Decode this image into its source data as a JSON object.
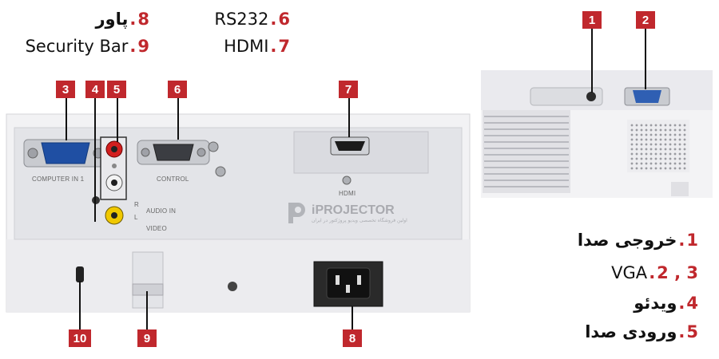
{
  "legend_top": [
    {
      "num": "8",
      "sep": ".",
      "text": "پاور"
    },
    {
      "num": "9",
      "sep": ".",
      "text": "Security Bar"
    },
    {
      "num": "6",
      "sep": ".",
      "text": "RS232"
    },
    {
      "num": "7",
      "sep": ".",
      "text": "HDMI"
    }
  ],
  "legend_right": [
    {
      "num": "1",
      "sep": ".",
      "text": "خروجی صدا"
    },
    {
      "num": "2 , 3",
      "sep": ".",
      "text": "VGA"
    },
    {
      "num": "4",
      "sep": ".",
      "text": "ویدئو"
    },
    {
      "num": "5",
      "sep": ".",
      "text": "ورودی صدا"
    }
  ],
  "badges": [
    "1",
    "2",
    "3",
    "4",
    "5",
    "6",
    "7",
    "8",
    "9",
    "10"
  ],
  "panel_labels": {
    "computer_in": "COMPUTER IN 1",
    "control": "CONTROL",
    "hdmi": "HDMI",
    "audio_in": "AUDIO IN",
    "video": "VIDEO",
    "r": "R",
    "l": "L"
  },
  "watermark": {
    "brand": "iPROJECTOR",
    "tagline": "اولین فروشگاه تخصصی ویدیو پروژکتور در ایران"
  },
  "colors": {
    "accent": "#c0282d"
  }
}
